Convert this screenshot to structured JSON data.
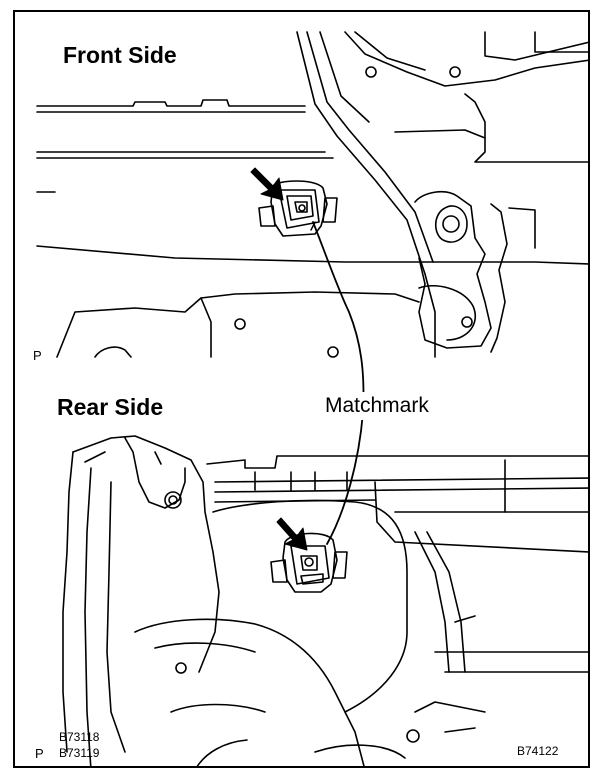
{
  "figure": {
    "front_title": "Front Side",
    "rear_title": "Rear Side",
    "callout": "Matchmark",
    "codes_left": [
      "B73118",
      "B73119"
    ],
    "code_right": "B74122",
    "p_mark_top": "P",
    "p_mark_bottom": "P"
  },
  "colors": {
    "ink": "#000000",
    "paper": "#ffffff"
  },
  "icons": {
    "pointer": "arrow-icon"
  }
}
